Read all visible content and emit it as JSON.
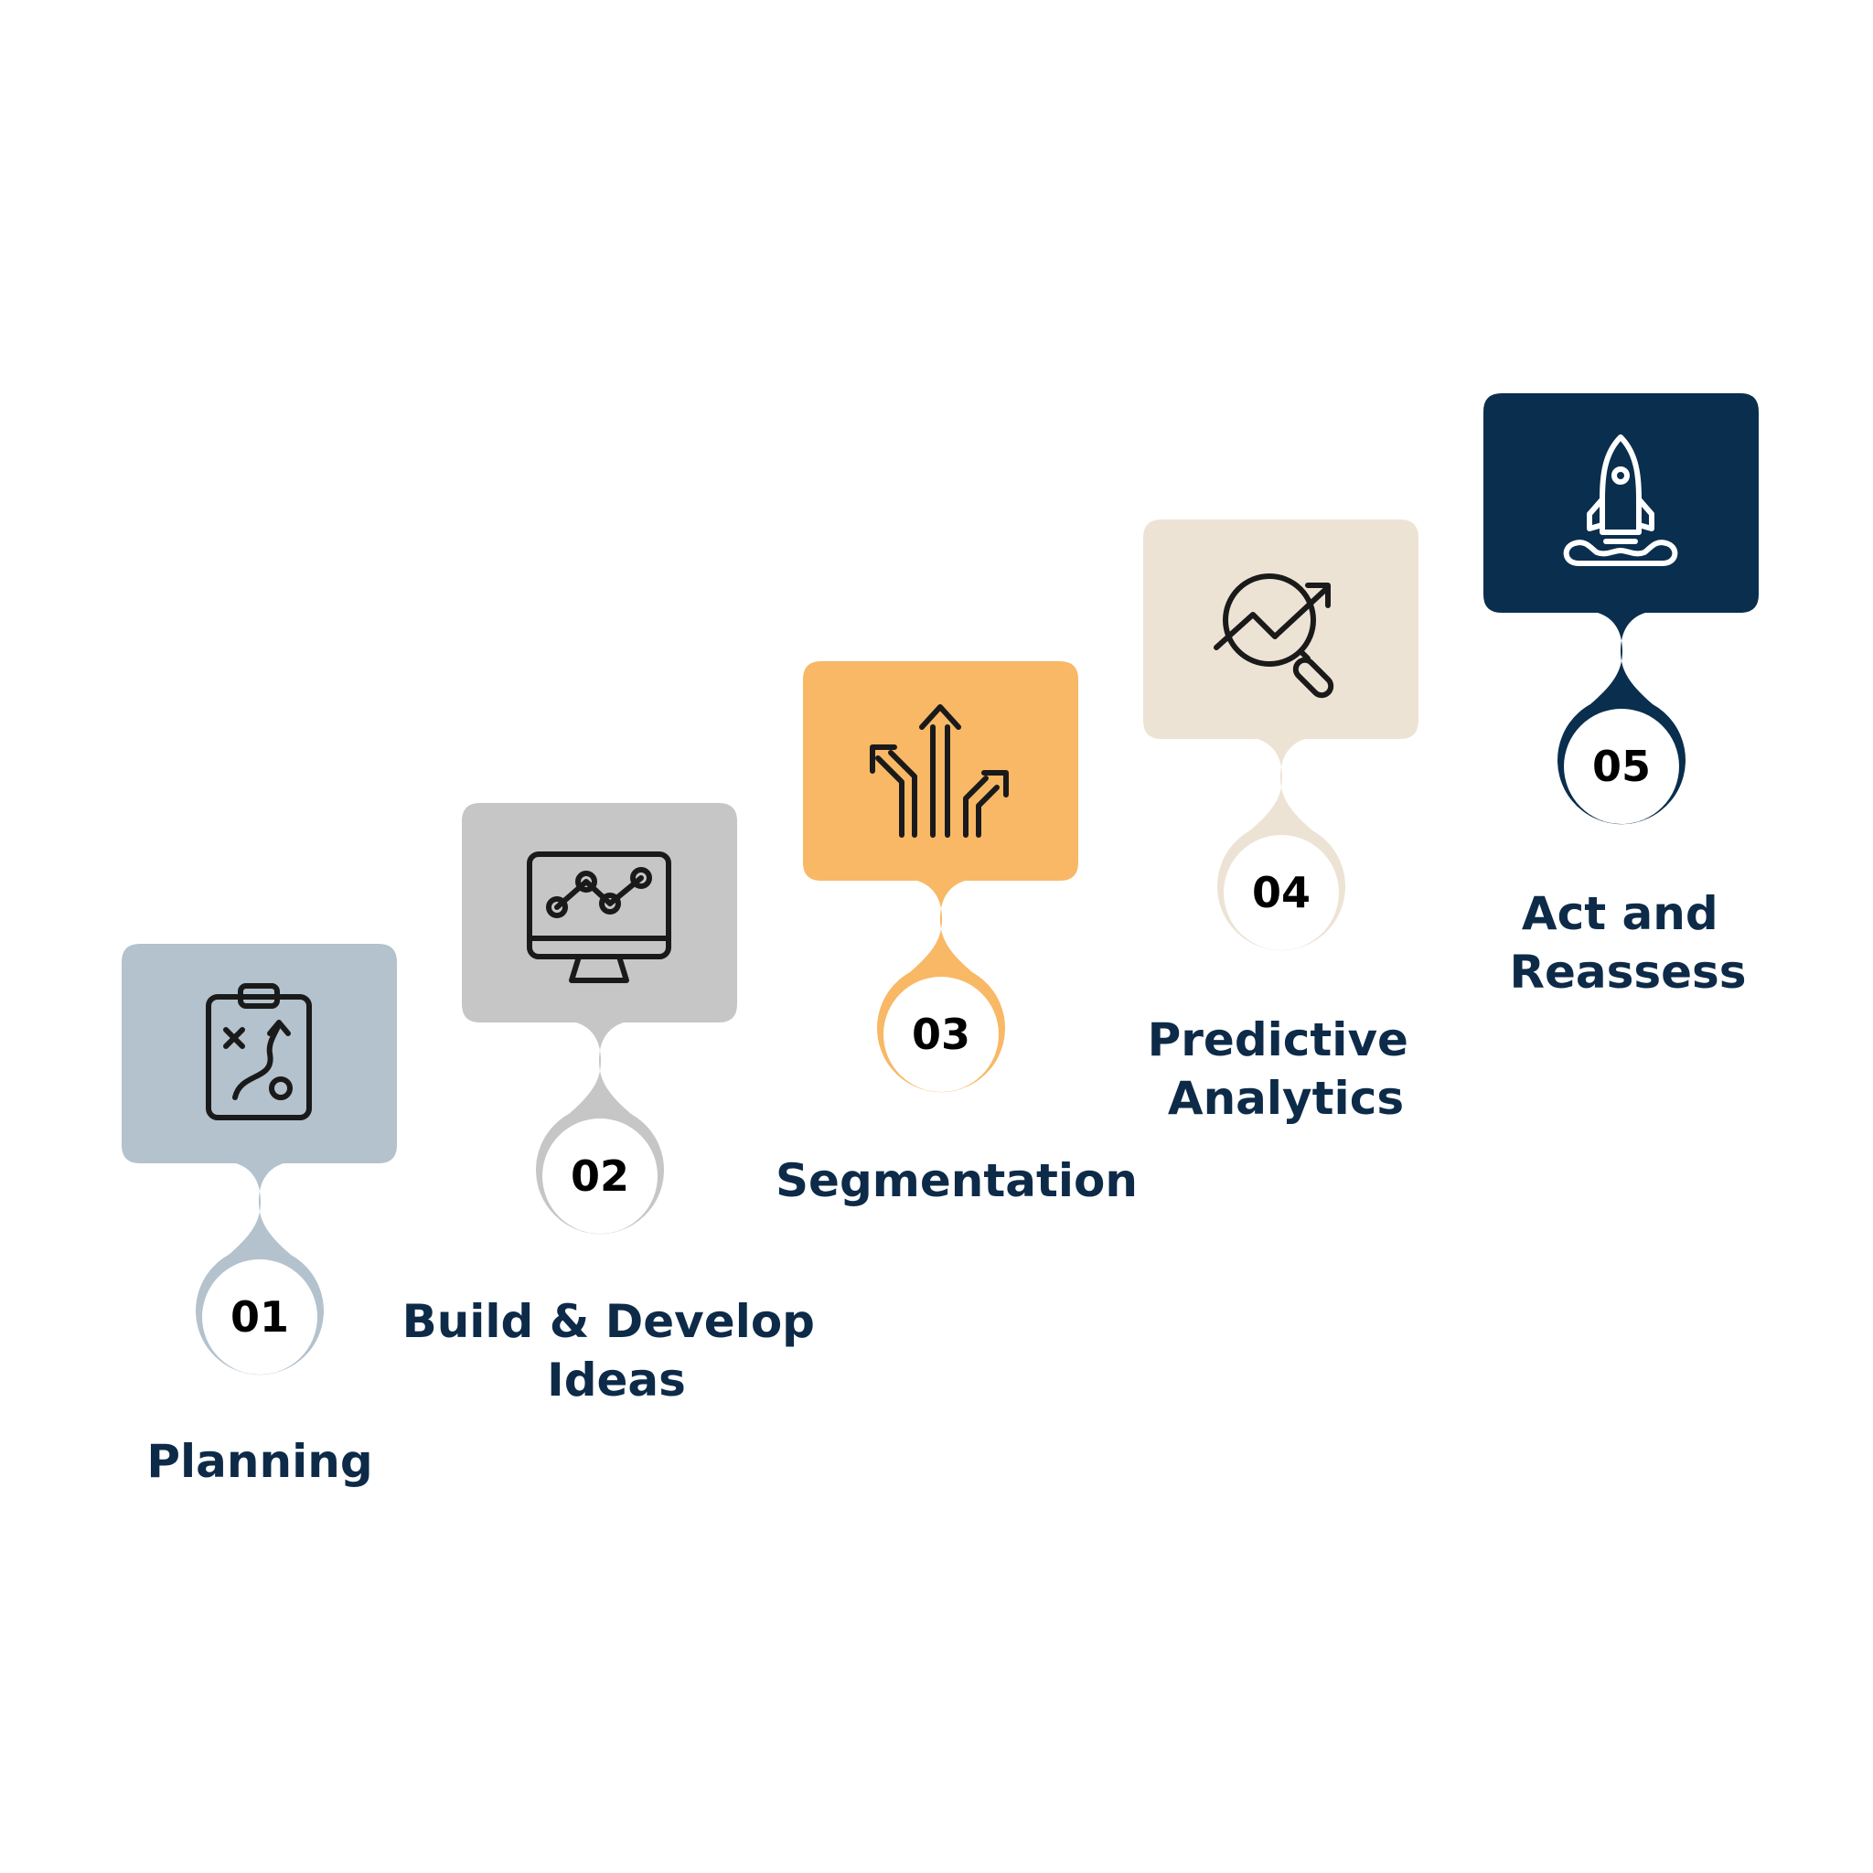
{
  "colors": {
    "title_text": "#0d2b48",
    "number_text": "#000000",
    "background": "#ffffff"
  },
  "steps": [
    {
      "number": "01",
      "title_lines": [
        "Planning"
      ],
      "color": "#b3c2cc",
      "icon": "clipboard-strategy-icon",
      "icon_color": "#1a1a1a"
    },
    {
      "number": "02",
      "title_lines": [
        "Build & Develop",
        "Ideas"
      ],
      "color": "#c6c6c6",
      "icon": "monitor-chart-icon",
      "icon_color": "#1a1a1a"
    },
    {
      "number": "03",
      "title_lines": [
        "Segmentation"
      ],
      "color": "#f8b865",
      "icon": "diverging-arrows-icon",
      "icon_color": "#1a1a1a"
    },
    {
      "number": "04",
      "title_lines": [
        "Predictive",
        "Analytics"
      ],
      "color": "#ede3d4",
      "icon": "magnify-trend-icon",
      "icon_color": "#1a1a1a"
    },
    {
      "number": "05",
      "title_lines": [
        "Act and",
        "Reassess"
      ],
      "color": "#0a2e4d",
      "icon": "rocket-launch-icon",
      "icon_color": "#ffffff"
    }
  ]
}
